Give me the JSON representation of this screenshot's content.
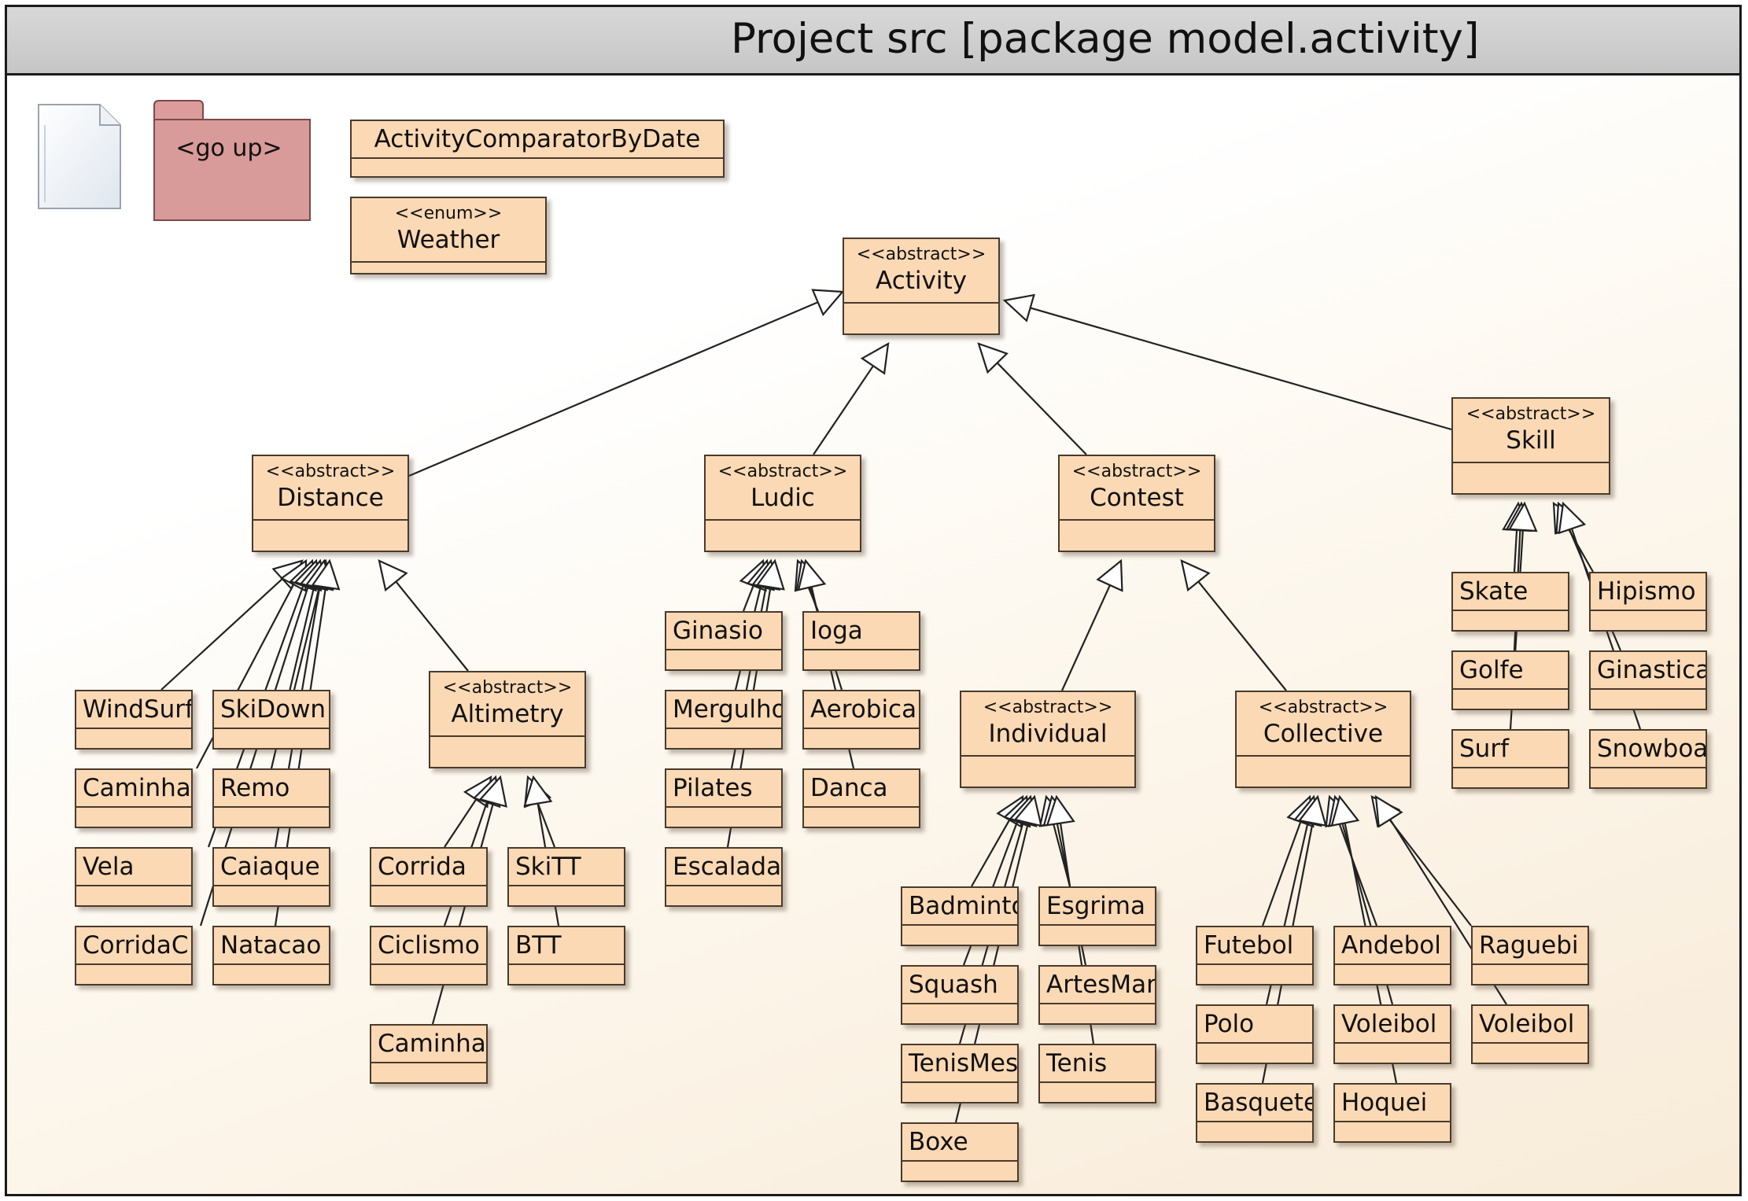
{
  "title": "Project src [package model.activity]",
  "folder_label": "<go up>",
  "colors": {
    "class_fill": "#fbd9b4",
    "class_border": "#4a3a2c",
    "folder_fill": "#e0a0a0",
    "title_bar": "#cfcfcf"
  },
  "icons": {
    "note": "document-icon",
    "folder": "folder-icon"
  },
  "classes": {
    "comparator": {
      "name": "ActivityComparatorByDate"
    },
    "weather": {
      "stereotype": "<<enum>>",
      "name": "Weather"
    },
    "activity": {
      "stereotype": "<<abstract>>",
      "name": "Activity"
    },
    "distance": {
      "stereotype": "<<abstract>>",
      "name": "Distance"
    },
    "ludic": {
      "stereotype": "<<abstract>>",
      "name": "Ludic"
    },
    "contest": {
      "stereotype": "<<abstract>>",
      "name": "Contest"
    },
    "skill": {
      "stereotype": "<<abstract>>",
      "name": "Skill"
    },
    "altimetry": {
      "stereotype": "<<abstract>>",
      "name": "Altimetry"
    },
    "individual": {
      "stereotype": "<<abstract>>",
      "name": "Individual"
    },
    "collective": {
      "stereotype": "<<abstract>>",
      "name": "Collective"
    },
    "windsurf": {
      "name": "WindSurf"
    },
    "caminhada": {
      "name": "Caminhada"
    },
    "vela": {
      "name": "Vela"
    },
    "corridacorta": {
      "name": "CorridaC"
    },
    "skidown": {
      "name": "SkiDown"
    },
    "remo": {
      "name": "Remo"
    },
    "caiaque": {
      "name": "Caiaque"
    },
    "natacao": {
      "name": "Natacao"
    },
    "corrida": {
      "name": "Corrida"
    },
    "ciclismo": {
      "name": "Ciclismo"
    },
    "caminhada2": {
      "name": "Caminha"
    },
    "skitt": {
      "name": "SkiTT"
    },
    "btt": {
      "name": "BTT"
    },
    "ginasio": {
      "name": "Ginasio"
    },
    "mergulho": {
      "name": "Mergulho"
    },
    "pilates": {
      "name": "Pilates"
    },
    "escalada": {
      "name": "Escalada"
    },
    "ioga": {
      "name": "Ioga"
    },
    "aerobica": {
      "name": "Aerobica"
    },
    "danca": {
      "name": "Danca"
    },
    "badminton": {
      "name": "Badminton"
    },
    "squash": {
      "name": "Squash"
    },
    "tenismesa": {
      "name": "TenisMesa"
    },
    "boxe": {
      "name": "Boxe"
    },
    "esgrima": {
      "name": "Esgrima"
    },
    "artesmarciais": {
      "name": "ArtesMarciais"
    },
    "tenis": {
      "name": "Tenis"
    },
    "futebol": {
      "name": "Futebol"
    },
    "polo": {
      "name": "Polo"
    },
    "basquetebol": {
      "name": "Basquetebol"
    },
    "andebol": {
      "name": "Andebol"
    },
    "voleibol": {
      "name": "Voleibol"
    },
    "hoquei": {
      "name": "Hoquei"
    },
    "raguebi": {
      "name": "Raguebi"
    },
    "voleibol2": {
      "name": "Voleibol"
    },
    "skate": {
      "name": "Skate"
    },
    "golfe": {
      "name": "Golfe"
    },
    "surf": {
      "name": "Surf"
    },
    "hipismo": {
      "name": "Hipismo"
    },
    "ginastica": {
      "name": "Ginastica"
    },
    "snowboard": {
      "name": "Snowboard"
    }
  }
}
